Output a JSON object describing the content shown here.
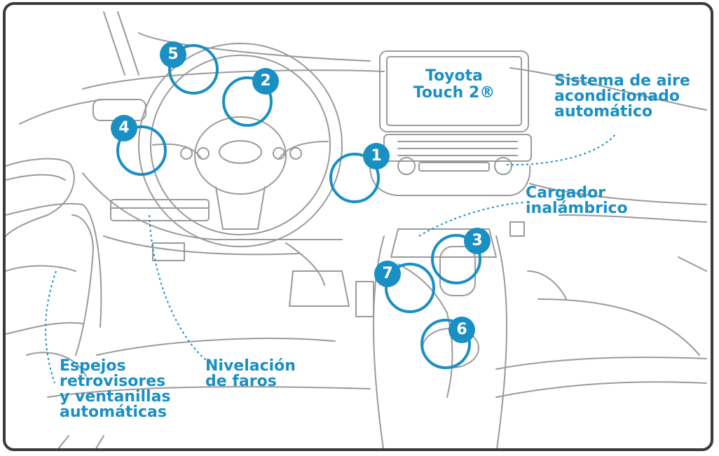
{
  "accent_color": "#1a8fc4",
  "line_color": "#9a9a9a",
  "screen": {
    "line1": "Toyota",
    "line2": "Touch 2®"
  },
  "labels": {
    "aircon": [
      "Sistema de aire",
      "acondicionado",
      "automático"
    ],
    "charger": [
      "Cargador",
      "inalámbrico"
    ],
    "leveling": [
      "Nivelación",
      "de faros"
    ],
    "mirrors": [
      "Espejos",
      "retrovisores",
      "y ventanillas",
      "automáticas"
    ]
  },
  "markers": [
    "1",
    "2",
    "3",
    "4",
    "5",
    "6",
    "7"
  ]
}
